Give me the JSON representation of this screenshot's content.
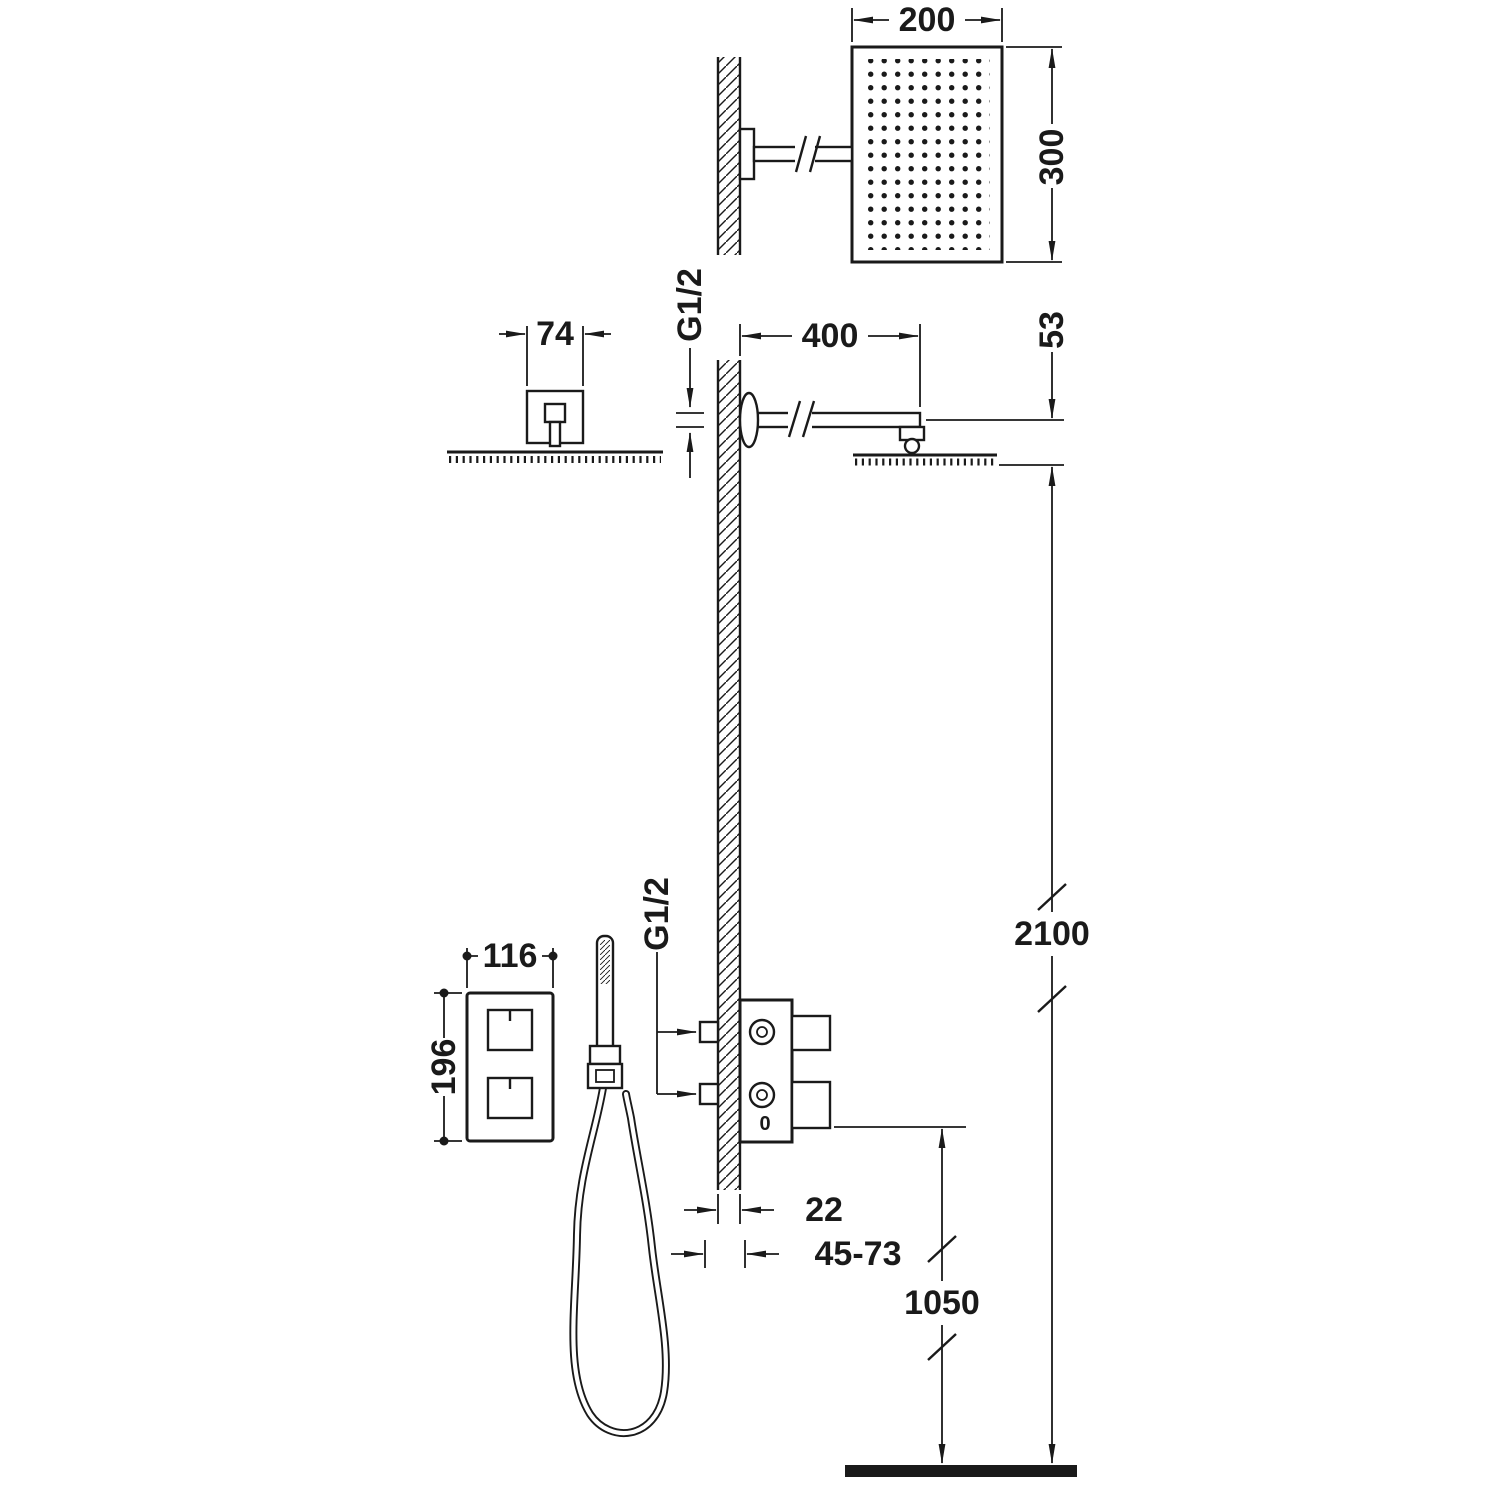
{
  "colors": {
    "line": "#1a1a1a",
    "background": "#ffffff"
  },
  "labels": {
    "head_width": "200",
    "head_height": "300",
    "arm_flange_width": "74",
    "arm_wall_thread": "G1/2",
    "arm_length": "400",
    "arm_to_head_drop": "53",
    "overall_height": "2100",
    "valve_plate_width": "116",
    "valve_plate_height": "196",
    "valve_wall_thread": "G1/2",
    "wall_thickness": "22",
    "installation_depth_range": "45-73",
    "valve_height_from_floor": "1050",
    "handle_zero_mark": "0"
  }
}
